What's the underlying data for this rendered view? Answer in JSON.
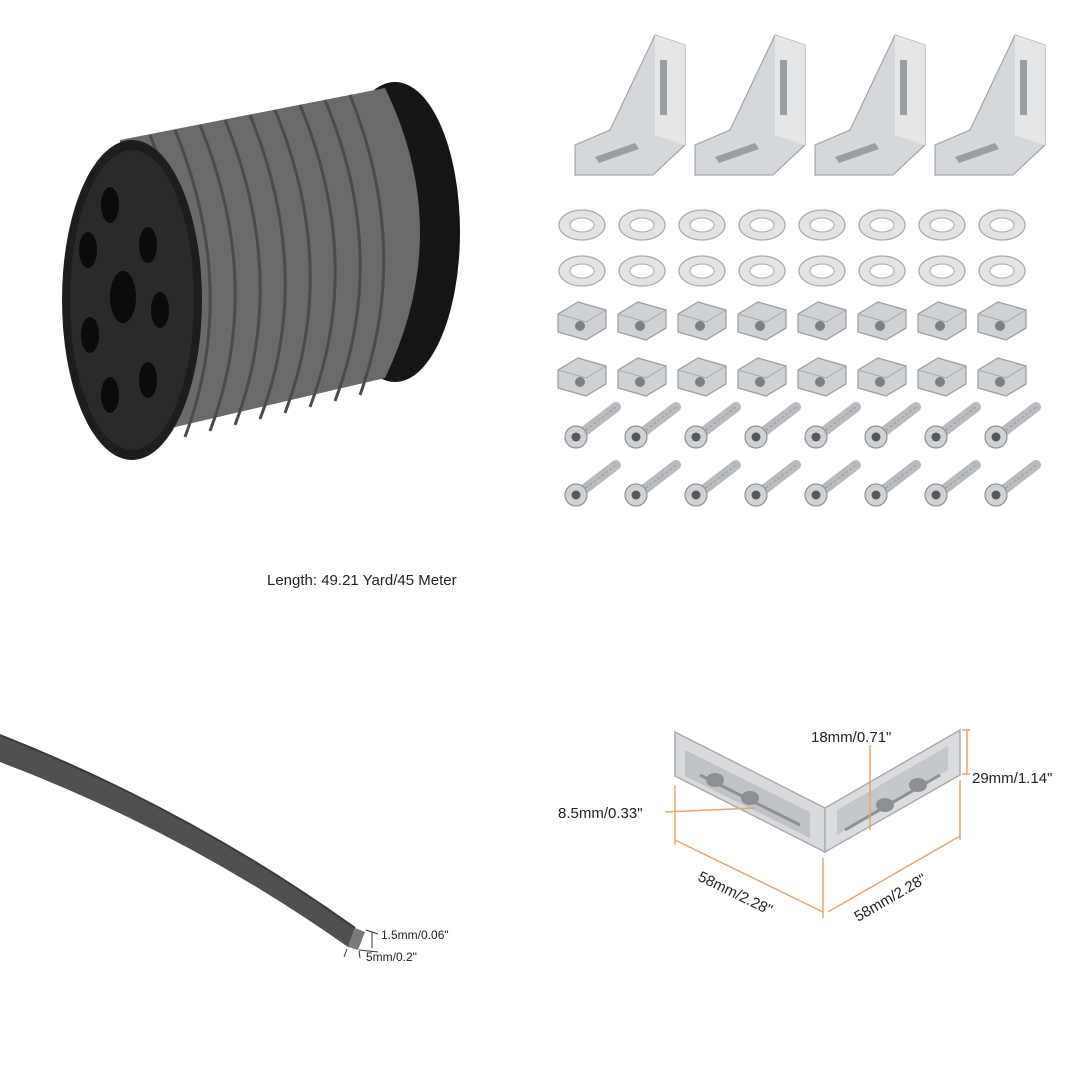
{
  "spool": {
    "length_caption": "Length: 49.21 Yard/45 Meter"
  },
  "cord": {
    "thickness_label": "1.5mm/0.06\"",
    "width_label": "5mm/0.2\""
  },
  "bracket": {
    "hole_label": "8.5mm/0.33\"",
    "slot_label": "18mm/0.71\"",
    "height_label": "29mm/1.14\"",
    "left_length_label": "58mm/2.28\"",
    "right_length_label": "58mm/2.28\""
  },
  "kit": {
    "brackets": 4,
    "washers": 16,
    "t_nuts": 16,
    "screws": 16
  },
  "colors": {
    "cord_gray": "#6b6b6b",
    "spool_black": "#1f1f1f",
    "metal_silver": "#cfd2d5",
    "dimension_orange": "#e8a56a"
  }
}
